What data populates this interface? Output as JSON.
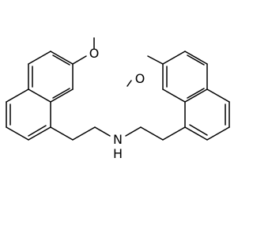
{
  "diagram": {
    "type": "chemical-structure",
    "atom_labels": {
      "oxygen_left": "O",
      "oxygen_right": "O",
      "nitrogen": "N",
      "hydrogen": "H"
    },
    "colors": {
      "bond": "#000000",
      "text": "#000000",
      "background": "#ffffff"
    }
  }
}
